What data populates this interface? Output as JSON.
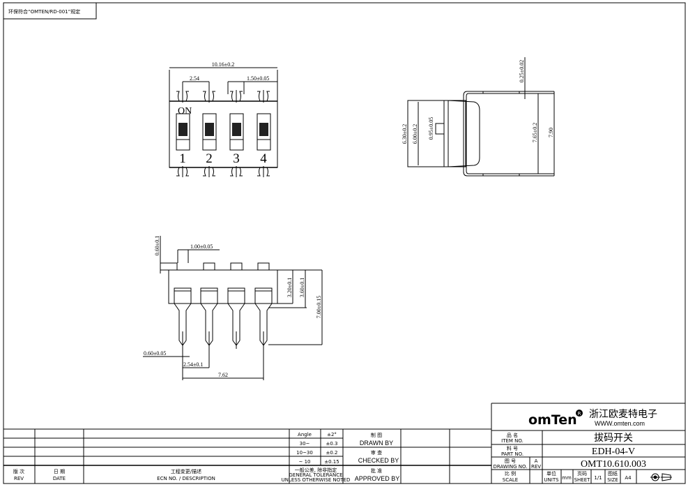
{
  "header_note": "环保符合“OMTEN/RD-001”规定",
  "front_view": {
    "overall_width": "10.16±0.2",
    "pitch": "2.54",
    "lever_width": "1.50±0.05",
    "on_label": "ON",
    "switch_numbers": [
      "1",
      "2",
      "3",
      "4"
    ]
  },
  "side_view": {
    "body_height": "6.30±0.2",
    "inner_height": "6.00±0.2",
    "slider": "0.95±0.05",
    "frame_thickness": "0.25±0.02",
    "frame_inner": "7.65±0.2",
    "frame_outer": "7.90"
  },
  "bottom_view": {
    "tab_height": "0.60±0.1",
    "tab_width": "1.00±0.05",
    "body_depth": "3.20±0.1",
    "shoulder": "3.60±0.1",
    "pin_length": "7.00±0.15",
    "pin_width": "0.60±0.05",
    "pin_pitch": "2.54±0.1",
    "row_span": "7.62"
  },
  "revision_table": {
    "rev_cn": "版 次",
    "rev_en": "REV",
    "date_cn": "日 期",
    "date_en": "DATE",
    "desc_cn": "工程变更/描述",
    "desc_en": "ECN NO. / DESCRIPTION"
  },
  "tolerance": {
    "rows": [
      {
        "range": "Angle",
        "tol": "±2°"
      },
      {
        "range": "30~",
        "tol": "±0.3"
      },
      {
        "range": "10~30",
        "tol": "±0.2"
      },
      {
        "range": "~ 10",
        "tol": "±0.15"
      }
    ],
    "general_cn": "一般公差, 除非指定",
    "general_en1": "GENERAL TOLERANCE",
    "general_en2": "UNLESS OTHERWISE NOTED"
  },
  "approvals": {
    "drawn_cn": "制 图",
    "drawn_en": "DRAWN BY",
    "checked_cn": "审 查",
    "checked_en": "CHECKED BY",
    "approved_cn": "批 准",
    "approved_en": "APPROVED BY"
  },
  "title_block": {
    "logo": "omTen",
    "company": "浙江欧麦特电子",
    "website": "WWW.omten.com",
    "item_cn": "品 名",
    "item_en": "ITEM NO.",
    "item_value": "拔码开关",
    "part_cn": "料 号",
    "part_en": "PART NO.",
    "part_value": "EDH-04-V",
    "drawing_cn": "图 号",
    "drawing_en": "DRAWING NO.",
    "rev_value": "A",
    "rev_label": "REV",
    "drawing_value": "OMT10.610.003",
    "scale_cn": "比 例",
    "scale_en": "SCALE",
    "units_cn": "单位",
    "units_en": "UNITS",
    "units_value": "mm",
    "sheet_cn": "页码",
    "sheet_en": "SHEET",
    "sheet_value": "1/1",
    "size_cn": "图纸",
    "size_en": "SIZE",
    "size_value": "A4"
  }
}
